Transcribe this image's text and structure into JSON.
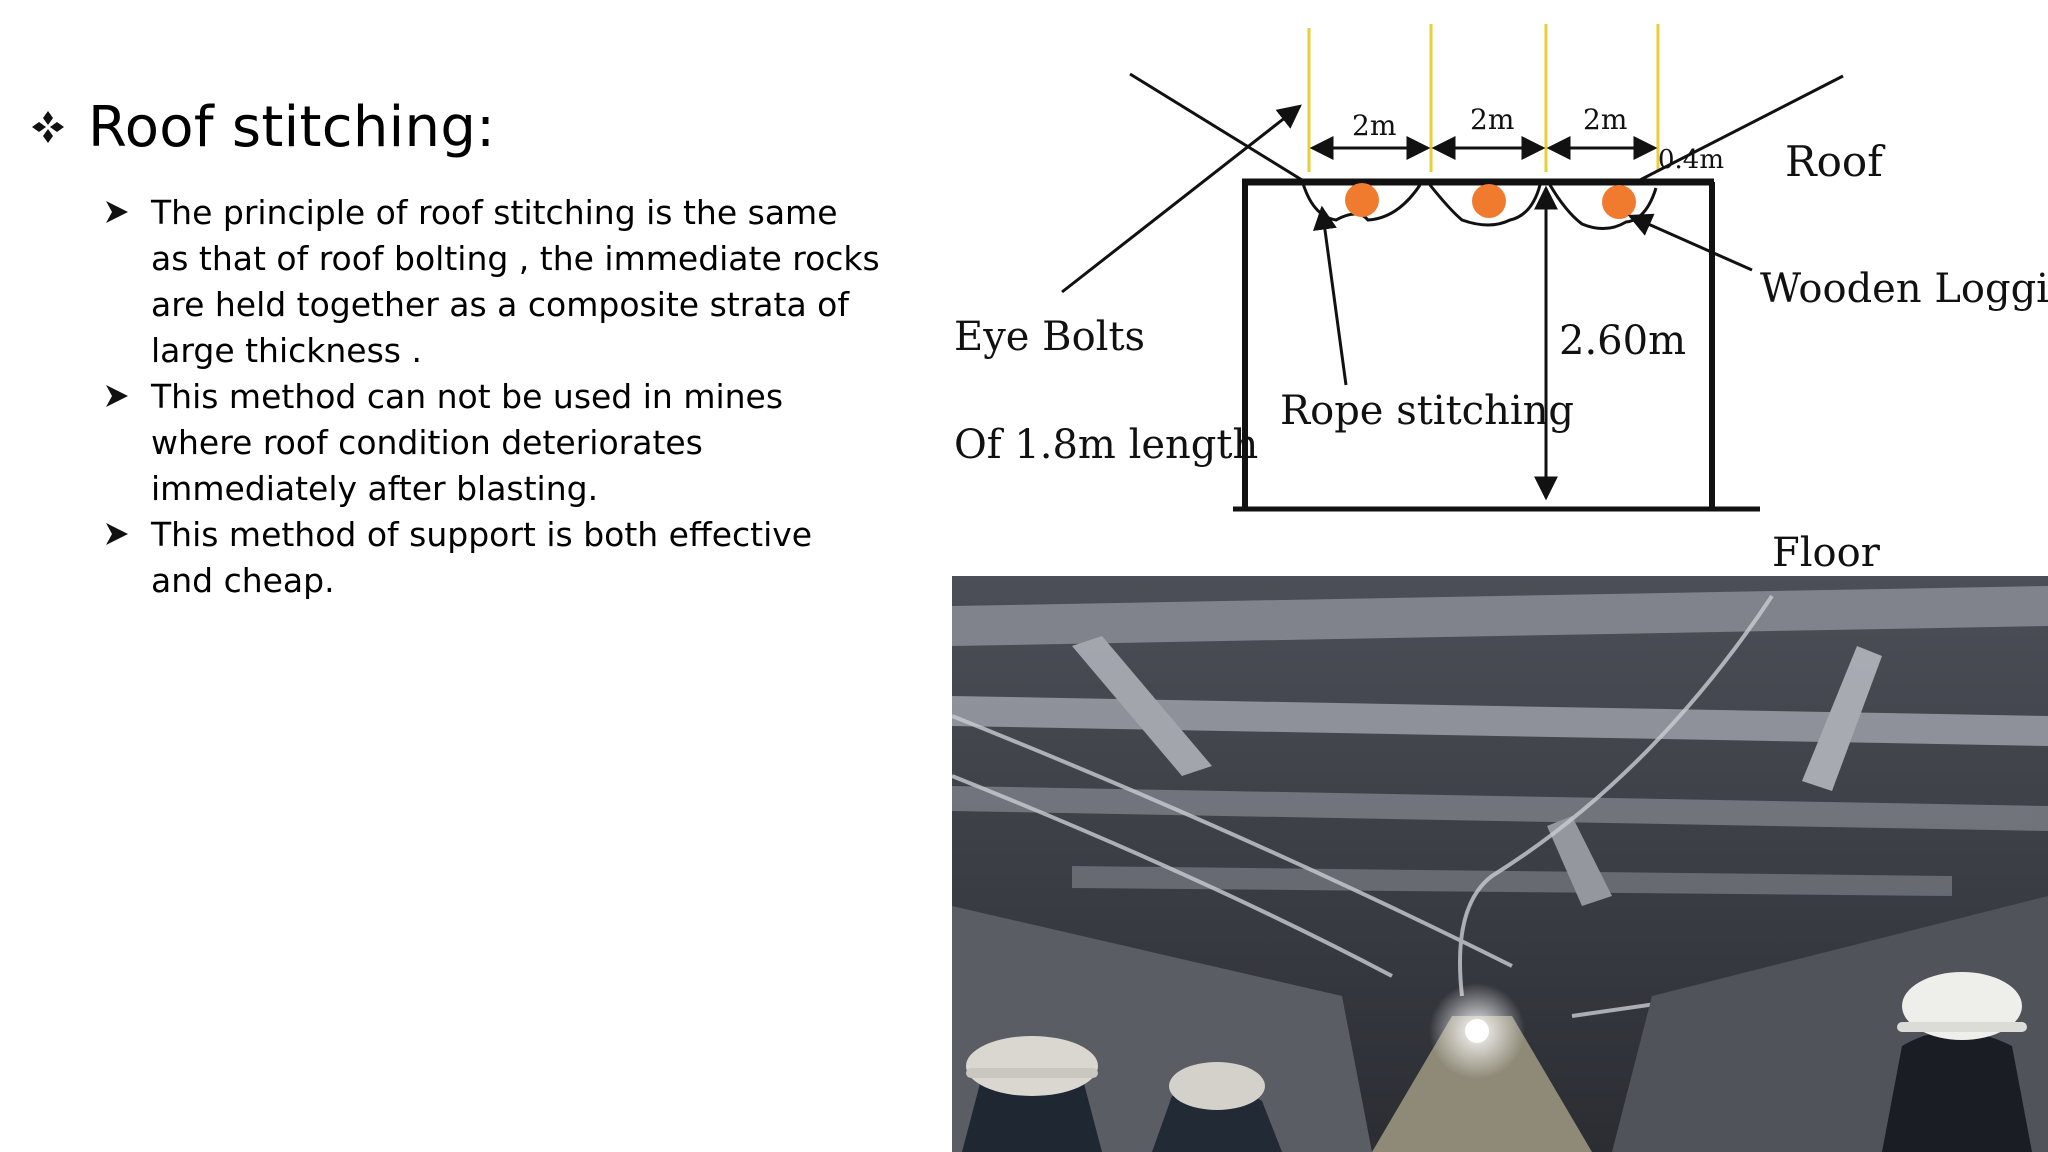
{
  "slide": {
    "title": "Roof stitching:",
    "title_bullet_icon": "four-diamond-bullet-icon",
    "bullet_icon": "arrowhead-bullet-icon",
    "bullets": [
      "The principle of roof stitching is the same as that of roof bolting , the immediate rocks are held together as a composite strata of large thickness .",
      "This method can not be used in mines where roof condition deteriorates immediately after blasting.",
      "This method of support is both effective and cheap."
    ]
  },
  "diagram": {
    "spacing_labels": [
      "2m",
      "2m",
      "2m",
      "0.4m"
    ],
    "roof_label": "Roof",
    "floor_label": "Floor",
    "wooden_loggings_label": "Wooden Loggings",
    "eye_bolts_label": "Eye Bolts",
    "eye_bolts_length_label": "Of 1.8m length",
    "height_label": "2.60m",
    "rope_stitching_label": "Rope stitching",
    "logging_color": "#f07b2f"
  },
  "photo": {
    "subject": "underground mine roadway with stitched roof and miners in hard hats"
  }
}
